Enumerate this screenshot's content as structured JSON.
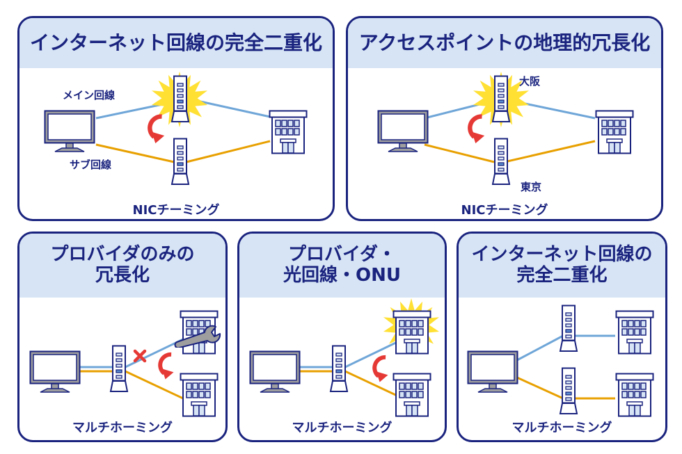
{
  "colors": {
    "navy": "#1a237e",
    "header_bg": "#d6e4f5",
    "main_line": "#6fa6d8",
    "sub_line": "#e8a000",
    "arrow_red": "#e53935",
    "burst_yellow": "#ffe033",
    "monitor_gray": "#9e9e9e",
    "led_fill": "#5b8fd1"
  },
  "panels": [
    {
      "id": "internet-line-duplex-top",
      "title": "インターネット回線の完全二重化",
      "footer": "NICチーミング",
      "labels": {
        "main_line": "メイン回線",
        "sub_line": "サブ回線"
      },
      "icons": [
        "monitor-icon",
        "router-icon",
        "router-icon",
        "building-icon",
        "burst-icon",
        "failover-arrow-icon"
      ]
    },
    {
      "id": "access-point-geo-redundancy",
      "title": "アクセスポイントの地理的冗長化",
      "footer": "NICチーミング",
      "labels": {
        "upper_site": "大阪",
        "lower_site": "東京"
      },
      "icons": [
        "monitor-icon",
        "router-icon",
        "router-icon",
        "building-icon",
        "burst-icon",
        "failover-arrow-icon"
      ]
    },
    {
      "id": "provider-only-redundancy",
      "title_lines": [
        "プロバイダのみの",
        "冗長化"
      ],
      "footer": "マルチホーミング",
      "icons": [
        "monitor-icon",
        "router-icon",
        "building-icon",
        "building-icon",
        "wrench-icon",
        "x-mark-icon",
        "failover-arrow-icon"
      ]
    },
    {
      "id": "provider-fiber-onu",
      "title_lines": [
        "プロバイダ・",
        "光回線・ONU"
      ],
      "footer": "マルチホーミング",
      "icons": [
        "monitor-icon",
        "router-icon",
        "building-icon",
        "building-icon",
        "burst-icon",
        "failover-arrow-icon"
      ]
    },
    {
      "id": "internet-line-duplex-bottom",
      "title_lines": [
        "インターネット回線の",
        "完全二重化"
      ],
      "footer": "マルチホーミング",
      "icons": [
        "monitor-icon",
        "router-icon",
        "router-icon",
        "building-icon",
        "building-icon"
      ]
    }
  ]
}
